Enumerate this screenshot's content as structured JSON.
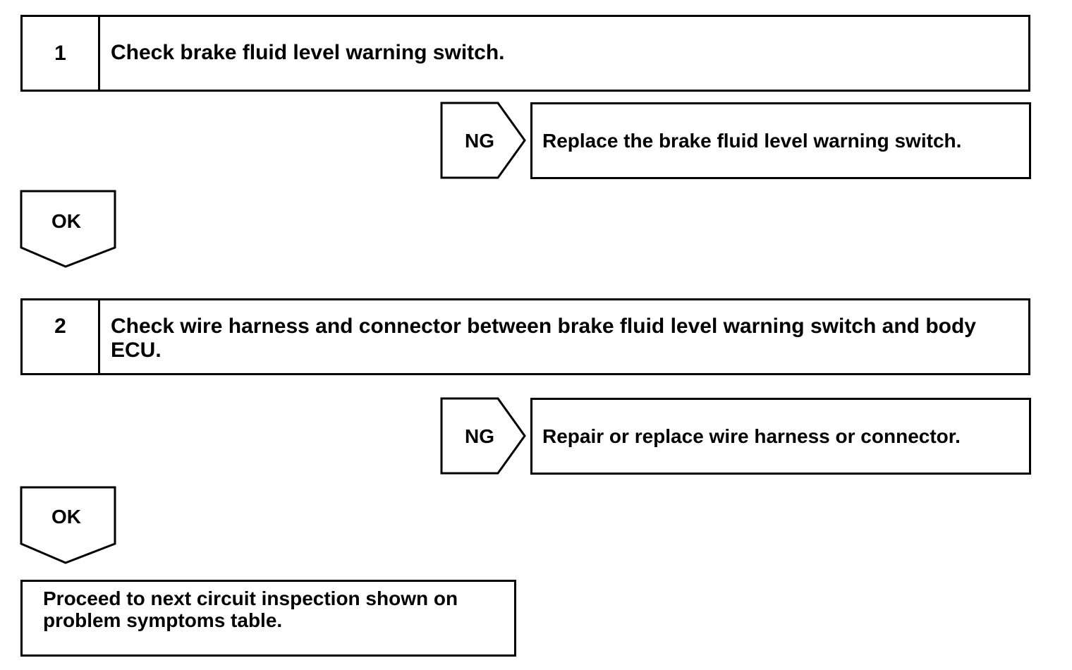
{
  "step1": {
    "number": "1",
    "text": "Check brake fluid level warning switch.",
    "ng_label": "NG",
    "ng_action": "Replace the brake fluid level warning switch.",
    "ok_label": "OK"
  },
  "step2": {
    "number": "2",
    "text": "Check wire harness and connector between brake fluid level warning switch and body ECU.",
    "ng_label": "NG",
    "ng_action": "Repair or replace wire harness or connector.",
    "ok_label": "OK"
  },
  "final": {
    "text": "Proceed to next circuit inspection shown on problem symptoms table."
  }
}
